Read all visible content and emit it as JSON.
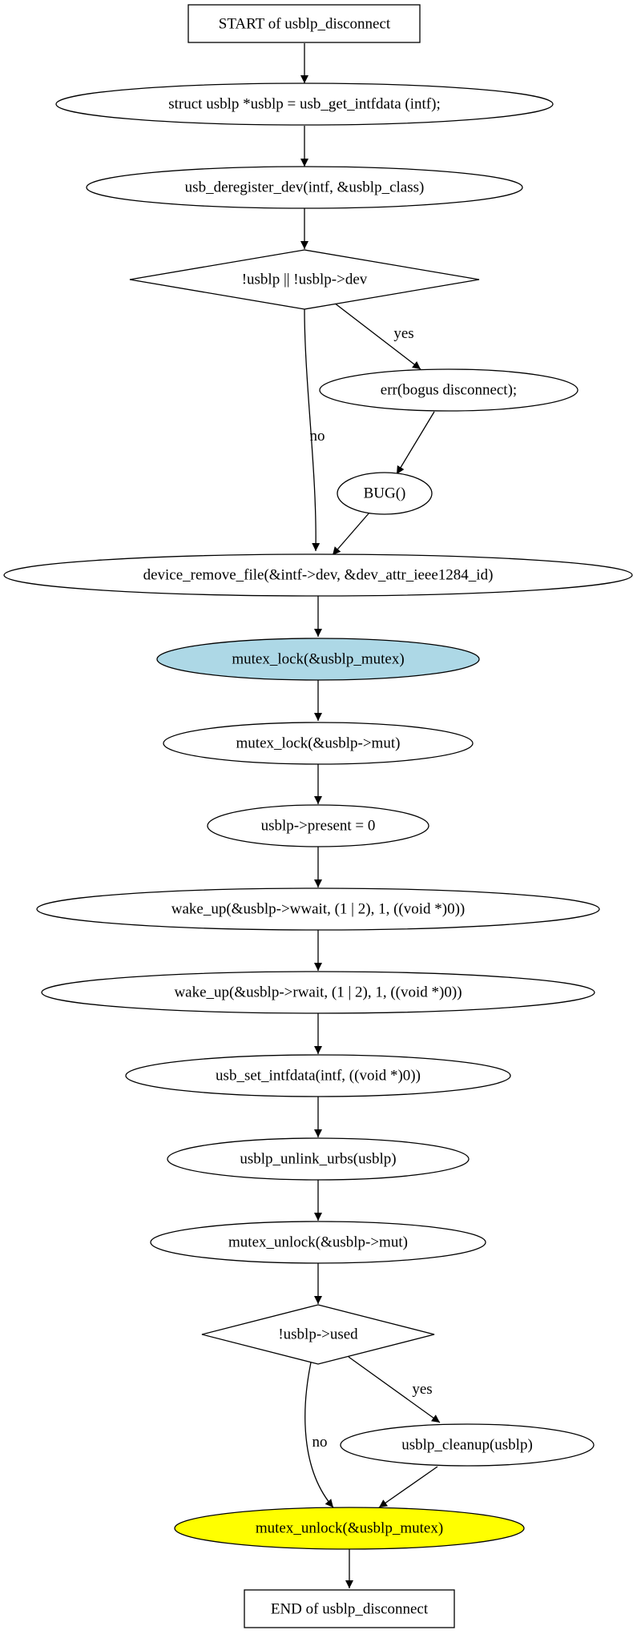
{
  "diagram": {
    "nodes": {
      "start": {
        "label": "START of usblp_disconnect",
        "shape": "box"
      },
      "get_intfdata": {
        "label": "struct usblp *usblp = usb_get_intfdata (intf);",
        "shape": "ellipse"
      },
      "deregister": {
        "label": "usb_deregister_dev(intf, &usblp_class)",
        "shape": "ellipse"
      },
      "check_dev": {
        "label": "!usblp || !usblp->dev",
        "shape": "diamond"
      },
      "err_bogus": {
        "label": "err(bogus disconnect);",
        "shape": "ellipse"
      },
      "bug": {
        "label": "BUG()",
        "shape": "ellipse"
      },
      "remove_file": {
        "label": "device_remove_file(&intf->dev, &dev_attr_ieee1284_id)",
        "shape": "ellipse"
      },
      "lock_global": {
        "label": "mutex_lock(&usblp_mutex)",
        "shape": "ellipse",
        "fill": "#add8e6"
      },
      "lock_mut": {
        "label": "mutex_lock(&usblp->mut)",
        "shape": "ellipse"
      },
      "present": {
        "label": "usblp->present = 0",
        "shape": "ellipse"
      },
      "wake_w": {
        "label": "wake_up(&usblp->wwait, (1 | 2), 1, ((void *)0))",
        "shape": "ellipse"
      },
      "wake_r": {
        "label": "wake_up(&usblp->rwait, (1 | 2), 1, ((void *)0))",
        "shape": "ellipse"
      },
      "set_intfdata": {
        "label": "usb_set_intfdata(intf, ((void *)0))",
        "shape": "ellipse"
      },
      "unlink_urbs": {
        "label": "usblp_unlink_urbs(usblp)",
        "shape": "ellipse"
      },
      "unlock_mut": {
        "label": "mutex_unlock(&usblp->mut)",
        "shape": "ellipse"
      },
      "check_used": {
        "label": "!usblp->used",
        "shape": "diamond"
      },
      "cleanup": {
        "label": "usblp_cleanup(usblp)",
        "shape": "ellipse"
      },
      "unlock_global": {
        "label": "mutex_unlock(&usblp_mutex)",
        "shape": "ellipse",
        "fill": "#ffff00"
      },
      "end": {
        "label": "END of usblp_disconnect",
        "shape": "box"
      }
    },
    "edges": {
      "dev_yes": {
        "from": "check_dev",
        "to": "err_bogus",
        "label": "yes"
      },
      "dev_no": {
        "from": "check_dev",
        "to": "remove_file",
        "label": "no"
      },
      "used_yes": {
        "from": "check_used",
        "to": "cleanup",
        "label": "yes"
      },
      "used_no": {
        "from": "check_used",
        "to": "unlock_global",
        "label": "no"
      }
    },
    "colors": {
      "stroke": "#000000",
      "default_fill": "#ffffff",
      "highlight_lock": "#add8e6",
      "highlight_unlock": "#ffff00"
    }
  }
}
